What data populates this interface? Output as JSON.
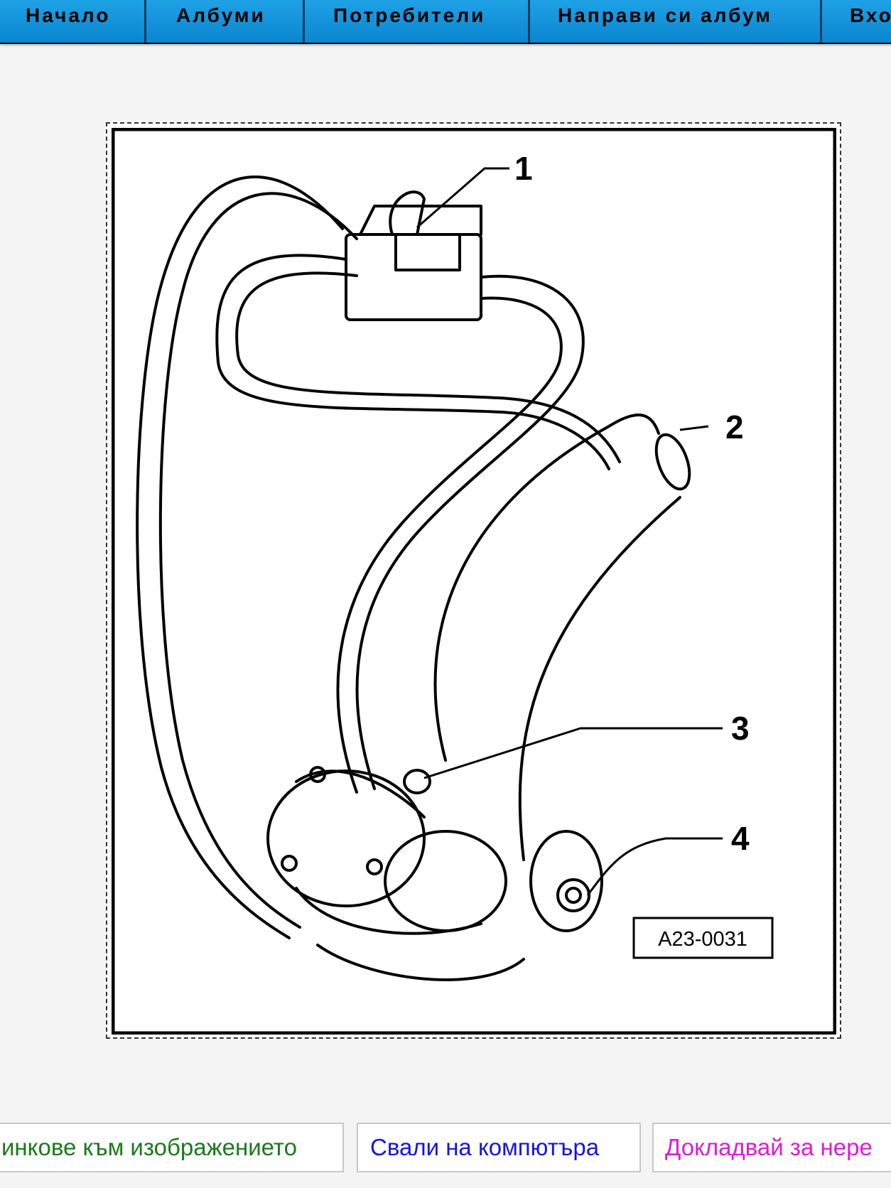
{
  "nav": {
    "items": [
      {
        "label": "Начало"
      },
      {
        "label": "Албуми"
      },
      {
        "label": "Потребители"
      },
      {
        "label": "Направи си албум"
      },
      {
        "label": "Вхо"
      }
    ]
  },
  "figure": {
    "callouts": [
      "1",
      "2",
      "3",
      "4"
    ],
    "code": "A23-0031"
  },
  "actions": {
    "links": {
      "label": "инкове към изображението",
      "color": "#1a7a1a"
    },
    "download": {
      "label": "Свали на компютъра",
      "color": "#1515e0"
    },
    "report": {
      "label": "Докладвай за нере",
      "color": "#e01ad6"
    }
  },
  "colors": {
    "nav_bg": "#1a97dd",
    "page_bg": "#f4f4f4"
  }
}
